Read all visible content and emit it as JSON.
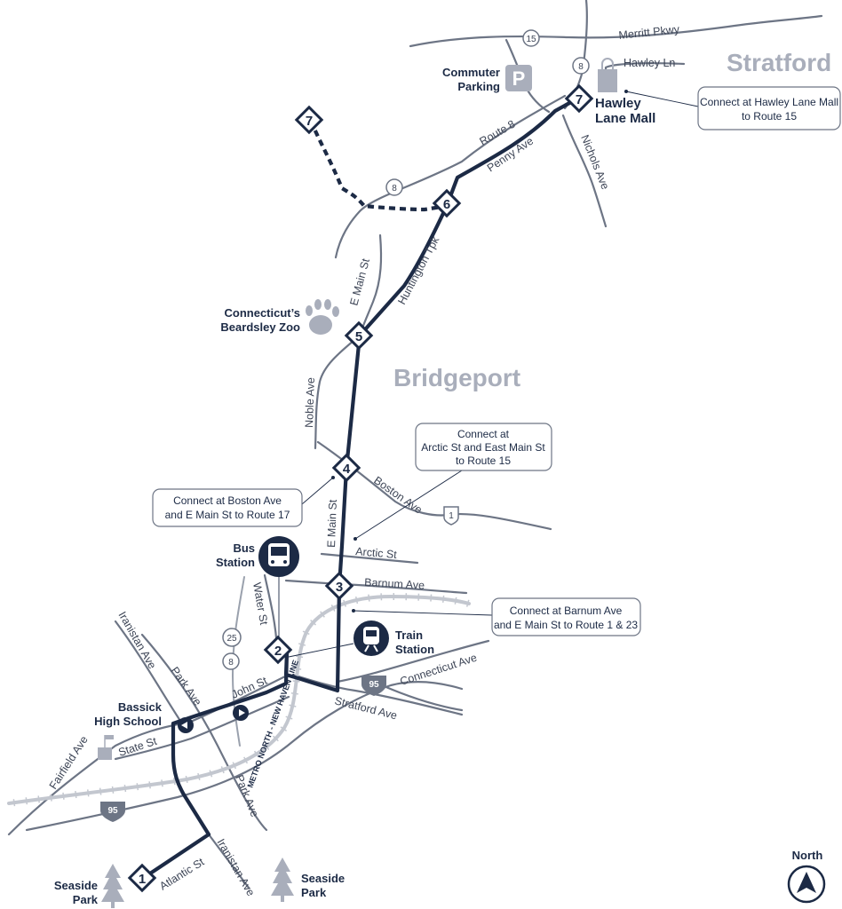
{
  "city_labels": {
    "stratford": "Stratford",
    "bridgeport": "Bridgeport"
  },
  "stops": {
    "s1": "1",
    "s2": "2",
    "s3": "3",
    "s4": "4",
    "s5": "5",
    "s6": "6",
    "s7": "7",
    "s7b": "7"
  },
  "places": {
    "commuter_parking_1": "Commuter",
    "commuter_parking_2": "Parking",
    "parking_symbol": "P",
    "hawley_mall_1": "Hawley",
    "hawley_mall_2": "Lane Mall",
    "zoo_1": "Connecticut’s",
    "zoo_2": "Beardsley Zoo",
    "bus_station_1": "Bus",
    "bus_station_2": "Station",
    "train_station_1": "Train",
    "train_station_2": "Station",
    "bassick_1": "Bassick",
    "bassick_2": "High School",
    "seaside_left_1": "Seaside",
    "seaside_left_2": "Park",
    "seaside_right_1": "Seaside",
    "seaside_right_2": "Park",
    "north": "North"
  },
  "streets": {
    "merritt": "Merritt Pkwy",
    "hawley": "Hawley Ln",
    "route8": "Route 8",
    "penny": "Penny Ave",
    "nichols": "Nichols Ave",
    "huntington": "Huntington Tpk",
    "e_main_upper": "E Main St",
    "noble": "Noble Ave",
    "boston": "Boston Ave",
    "e_main_lower": "E Main St",
    "arctic": "Arctic St",
    "barnum": "Barnum Ave",
    "water": "Water St",
    "iranistan_upper": "Iranistan Ave",
    "park_upper": "Park Ave",
    "john": "John St",
    "connecticut": "Connecticut Ave",
    "stratford_ave": "Stratford Ave",
    "fairfield": "Fairfield Ave",
    "state": "State St",
    "park_lower": "Park Ave",
    "iranistan_lower": "Iranistan Ave",
    "atlantic": "Atlantic St",
    "metro_north": "METRO NORTH - NEW HAVEN LINE"
  },
  "shields": {
    "r15_top": "15",
    "r8_top": "8",
    "r8_mid": "8",
    "us1": "1",
    "r25": "25",
    "r8_low": "8",
    "i95_east": "95",
    "i95_west": "95"
  },
  "callouts": {
    "hawley": [
      "Connect at Hawley Lane Mall",
      "to Route 15"
    ],
    "arctic": [
      "Connect at",
      "Arctic St and East Main St",
      "to Route 15"
    ],
    "boston": [
      "Connect at Boston  Ave",
      "and E Main St to  Route 17"
    ],
    "barnum": [
      "Connect at Barnum  Ave",
      "and E Main St to  Route 1 & 23"
    ]
  },
  "colors": {
    "route": "#1c2a45",
    "road": "#6d7585",
    "rail": "#c3c7cf",
    "city_label": "#a9aebb"
  }
}
